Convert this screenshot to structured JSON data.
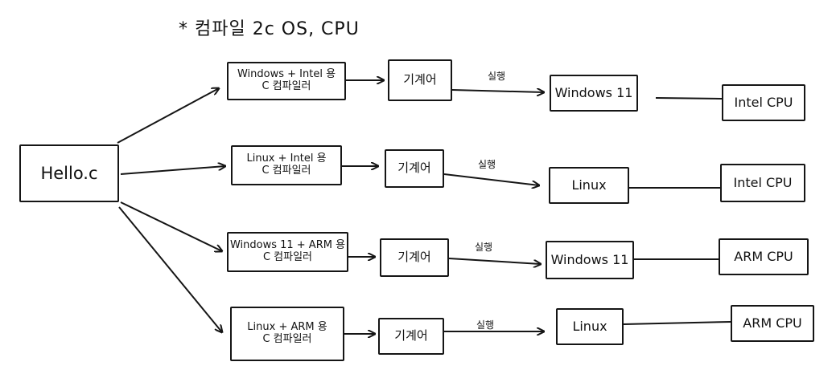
{
  "title": "* 컴파일 2c OS, CPU",
  "source": {
    "label": "Hello.c"
  },
  "rows": [
    {
      "compiler": [
        "Windows + Intel 용",
        "C 컴파일러"
      ],
      "machine": "기계어",
      "run_label": "실행",
      "os": "Windows 11",
      "cpu": "Intel CPU"
    },
    {
      "compiler": [
        "Linux + Intel 용",
        "C 컴파일러"
      ],
      "machine": "기계어",
      "run_label": "실행",
      "os": "Linux",
      "cpu": "Intel CPU"
    },
    {
      "compiler": [
        "Windows 11 + ARM 용",
        "C 컴파일러"
      ],
      "machine": "기계어",
      "run_label": "실행",
      "os": "Windows 11",
      "cpu": "ARM CPU"
    },
    {
      "compiler": [
        "Linux + ARM 용",
        "C 컴파일러"
      ],
      "machine": "기계어",
      "run_label": "실행",
      "os": "Linux",
      "cpu": "ARM CPU"
    }
  ],
  "colors": {
    "ink": "#151515",
    "background": "#ffffff"
  }
}
